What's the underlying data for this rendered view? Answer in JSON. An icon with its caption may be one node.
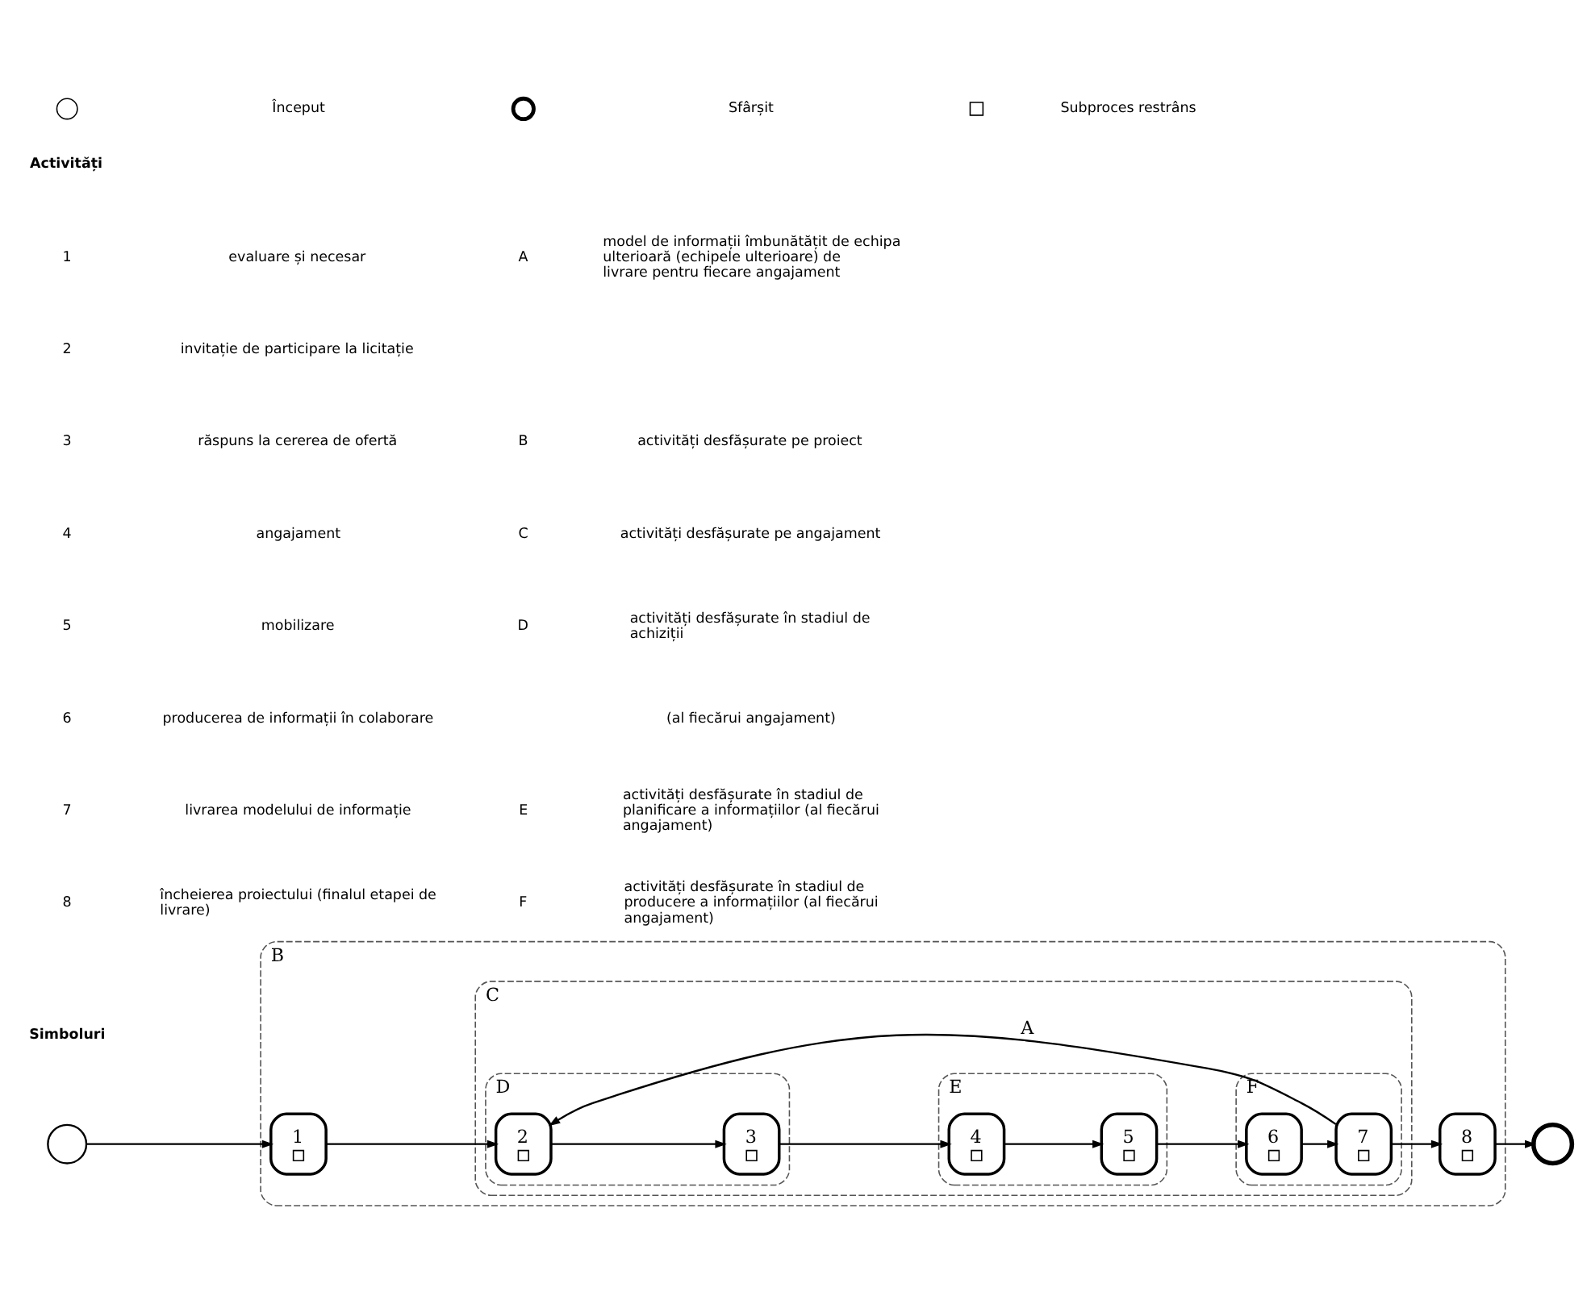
{
  "diagram": {
    "nodes": [
      {
        "text": [],
        "shape": "circle"
      },
      {
        "text": [
          "B"
        ]
      },
      {
        "text": [
          "1"
        ],
        "in": 1
      },
      {
        "text": [
          "C"
        ],
        "in": 1
      },
      {
        "text": [
          "D"
        ],
        "in": 3
      },
      {
        "text": [
          "2"
        ],
        "in": 4
      },
      {
        "text": [
          "3"
        ],
        "in": 4
      },
      {
        "text": [
          "E"
        ],
        "in": 3
      },
      {
        "text": [
          "4"
        ],
        "in": 7
      },
      {
        "text": [
          "5"
        ],
        "in": 7
      },
      {
        "text": [
          "F"
        ],
        "in": 3
      },
      {
        "text": [
          "6"
        ],
        "in": 10
      },
      {
        "text": [
          "7"
        ],
        "in": 10
      },
      {
        "text": [
          "8"
        ],
        "in": 1
      },
      {
        "text": [],
        "shape": "circle"
      }
    ],
    "edges": [
      {
        "from": 0,
        "to": 2,
        "arrow": "to"
      },
      {
        "from": 2,
        "to": 5,
        "arrow": "to"
      },
      {
        "from": 5,
        "to": 6,
        "arrow": "to"
      },
      {
        "from": 6,
        "to": 8,
        "arrow": "to"
      },
      {
        "from": 8,
        "to": 9,
        "arrow": "to"
      },
      {
        "from": 9,
        "to": 11,
        "arrow": "to"
      },
      {
        "from": 11,
        "to": 12,
        "arrow": "to"
      },
      {
        "from": 12,
        "to": 13,
        "arrow": "to"
      },
      {
        "from": 13,
        "to": 14,
        "arrow": "to"
      },
      {
        "from": 12,
        "to": 5,
        "arrow": "to",
        "label": "A"
      }
    ],
    "labels": [
      "Activități",
      "1",
      "evaluare și necesar",
      "A",
      "model de informații îmbunătățit de echipa ulterioară (echipele ulterioare) de livrare pentru fiecare angajament",
      "2",
      "invitație de participare la licitație",
      "3",
      "răspuns la cererea de ofertă",
      "B",
      "activități desfășurate pe proiect",
      "4",
      "angajament",
      "C",
      "activități desfășurate pe angajament",
      "5",
      "mobilizare",
      "D",
      "activități desfășurate în stadiul de achiziții",
      "6",
      "producerea de informații în colaborare",
      "(al fiecărui angajament)",
      "7",
      "livrarea modelului de informație",
      "E",
      "activități desfășurate în stadiul de planificare a informațiilor (al fiecărui angajament)",
      "8",
      "încheierea proiectului (finalul etapei de livrare)",
      "F",
      "activități desfășurate în stadiul de producere a informațiilor (al fiecărui angajament)",
      "Simboluri"
    ],
    "legend": [
      {
        "text": "Început"
      },
      {
        "text": "Sfârșit"
      },
      {
        "text": "Subproces restrâns"
      }
    ]
  }
}
